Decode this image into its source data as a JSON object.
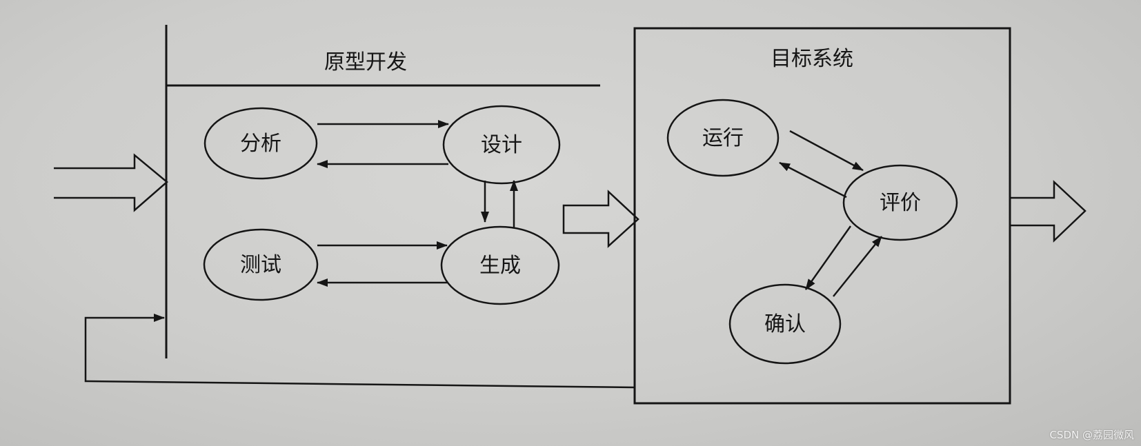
{
  "diagram": {
    "prototype_title": "原型开发",
    "target_title": "目标系统",
    "nodes": {
      "analysis": "分析",
      "design": "设计",
      "test": "测试",
      "generate": "生成",
      "run": "运行",
      "evaluate": "评价",
      "confirm": "确认"
    }
  },
  "watermark": "CSDN @荔园微风",
  "colors": {
    "ink": "#151515",
    "paper": "#cdcdcb"
  }
}
